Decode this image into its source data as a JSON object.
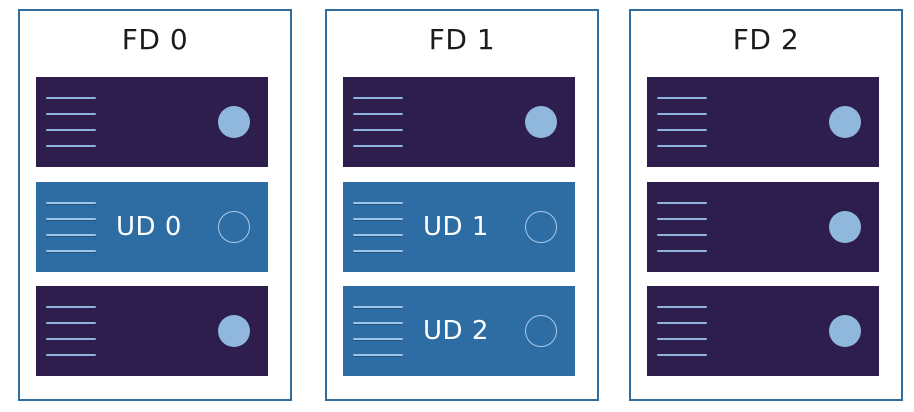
{
  "colors": {
    "frame_border": "#2f6d9e",
    "server_plain": "#2d1e4e",
    "server_update_domain": "#2e6da4",
    "slot_line": "#8fb3de",
    "led_fill": "#8fb8dc",
    "text_dark": "#1b1b1b",
    "text_light": "#ffffff"
  },
  "fault_domains": [
    {
      "label": "FD 0",
      "servers": [
        {
          "kind": "plain",
          "label": ""
        },
        {
          "kind": "ud",
          "label": "UD 0"
        },
        {
          "kind": "plain",
          "label": ""
        }
      ]
    },
    {
      "label": "FD 1",
      "servers": [
        {
          "kind": "plain",
          "label": ""
        },
        {
          "kind": "ud",
          "label": "UD 1"
        },
        {
          "kind": "ud",
          "label": "UD 2"
        }
      ]
    },
    {
      "label": "FD 2",
      "servers": [
        {
          "kind": "plain",
          "label": ""
        },
        {
          "kind": "plain",
          "label": ""
        },
        {
          "kind": "plain",
          "label": ""
        }
      ]
    }
  ]
}
